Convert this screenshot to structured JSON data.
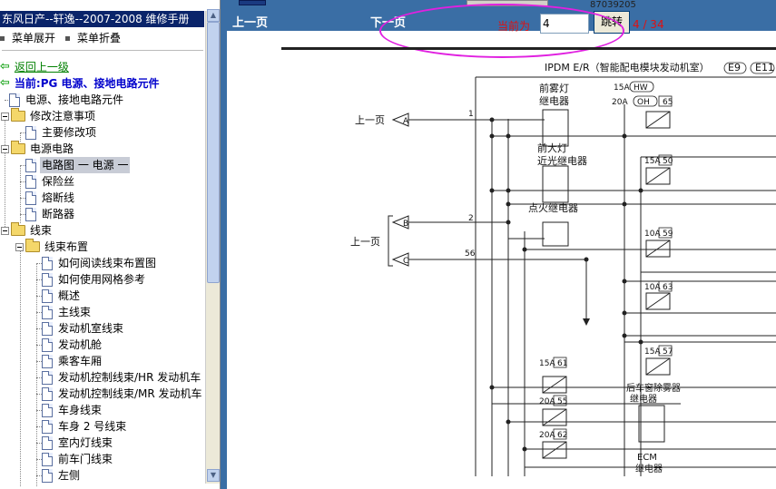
{
  "left_panel": {
    "title": "东风日产--轩逸--2007-2008 维修手册",
    "expand_label": "菜单展开",
    "collapse_label": "菜单折叠",
    "tree": [
      {
        "label": "返回上一级"
      },
      {
        "label": "当前:PG 电源、接地电路元件"
      },
      {
        "label": "电源、接地电路元件"
      },
      {
        "label": "修改注意事项"
      },
      {
        "label": "主要修改项"
      },
      {
        "label": "电源电路"
      },
      {
        "label": "电路图 一 电源 一"
      },
      {
        "label": "保险丝"
      },
      {
        "label": "熔断线"
      },
      {
        "label": "断路器"
      },
      {
        "label": "线束"
      },
      {
        "label": "线束布置"
      },
      {
        "label": "如何阅读线束布置图"
      },
      {
        "label": "如何使用网格参考"
      },
      {
        "label": "概述"
      },
      {
        "label": "主线束"
      },
      {
        "label": "发动机室线束"
      },
      {
        "label": "发动机舱"
      },
      {
        "label": "乘客车厢"
      },
      {
        "label": "发动机控制线束/HR 发动机车"
      },
      {
        "label": "发动机控制线束/MR 发动机车"
      },
      {
        "label": "车身线束"
      },
      {
        "label": "车身 2 号线束"
      },
      {
        "label": "室内灯线束"
      },
      {
        "label": "前车门线束"
      },
      {
        "label": "左侧"
      }
    ]
  },
  "nav": {
    "prev": "上一页",
    "next": "下一页",
    "current_label": "当前为",
    "current_page": "4",
    "jump": "跳转",
    "total": "4 / 34",
    "phone": "87039205"
  },
  "diagram": {
    "title": "IPDM E/R（智能配电模块发动机室）",
    "conn1": "E9",
    "conn2": "E11",
    "left_label1": "上一页",
    "left_label2": "上一页",
    "term_a": "A",
    "term_b": "B",
    "term_c": "C",
    "wire1": "1",
    "wire2": "2",
    "wire3": "56",
    "relay1a": "前雾灯",
    "relay1b": "继电器",
    "relay2a": "前大灯",
    "relay2b": "近光继电器",
    "relay3": "点火继电器",
    "relay4a": "后车窗除雾器",
    "relay4b": "继电器",
    "relay5a": "ECM",
    "relay5b": "继电器",
    "f_15a_hw": "15A",
    "hw": "HW",
    "f_20a_oh": "20A",
    "oh": "OH",
    "n65": "65",
    "f50a": "15A",
    "n50": "50",
    "f59a": "10A",
    "n59": "59",
    "f63a": "10A",
    "n63": "63",
    "f57a": "15A",
    "n57": "57",
    "f61a": "15A",
    "n61": "61",
    "f55a": "20A",
    "n55": "55",
    "f62a": "20A",
    "n62": "62"
  }
}
